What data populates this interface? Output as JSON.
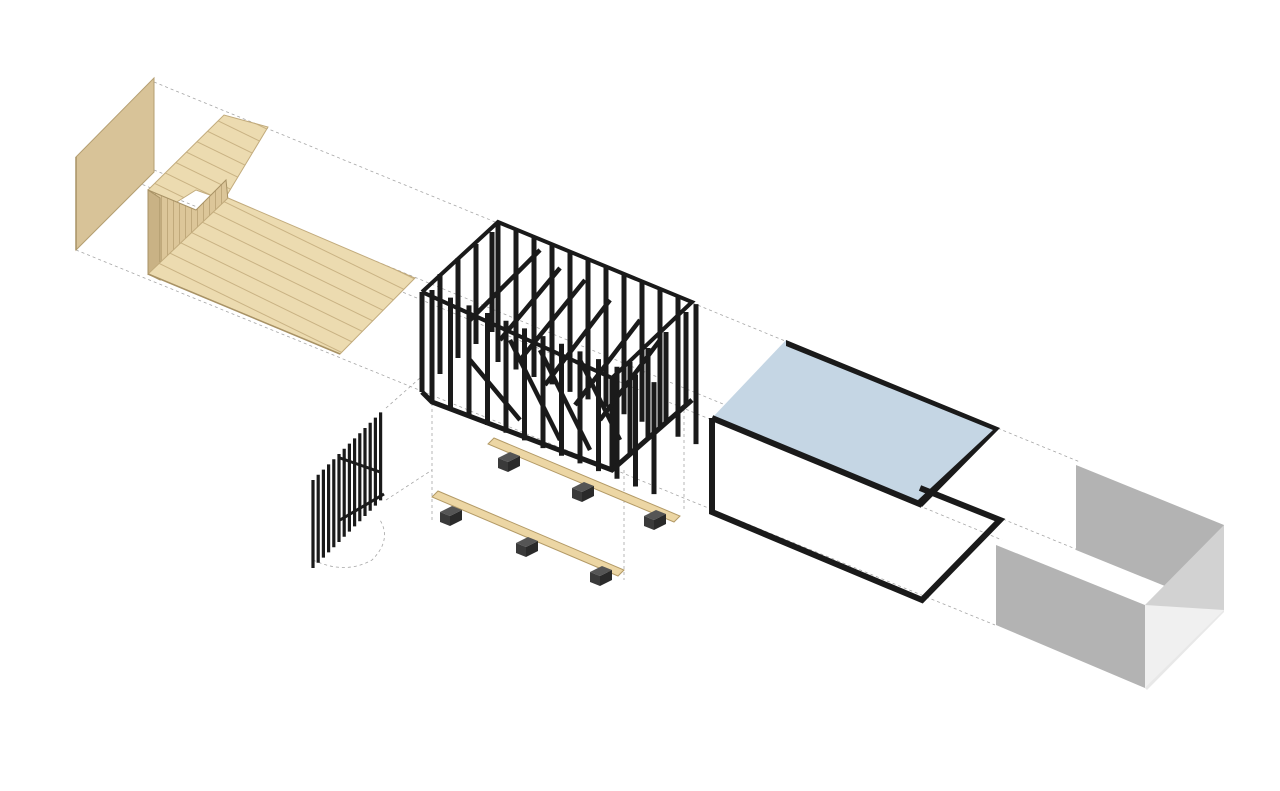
{
  "diagram": {
    "kind": "exploded-axonometric",
    "components": [
      {
        "id": "timber-end-panel",
        "material": "timber"
      },
      {
        "id": "timber-deck-and-seat",
        "material": "timber"
      },
      {
        "id": "black-timber-frame",
        "material": "black-stained-timber"
      },
      {
        "id": "pivot-door",
        "material": "black-stained-timber"
      },
      {
        "id": "foundation-beams",
        "material": "timber-on-concrete-pads"
      },
      {
        "id": "roof-glazing-frame",
        "material": "steel-and-glass"
      },
      {
        "id": "grey-enclosure-box",
        "material": "render"
      }
    ],
    "colors": {
      "timber": "#e9d6a6",
      "timber_dark": "#c8b287",
      "timber_line": "#b9a476",
      "black": "#1a1a1a",
      "glass": "#c5d6e4",
      "grey_dark": "#b3b3b3",
      "grey_mid": "#cfcfcf",
      "grey_light": "#eeeeee",
      "pad": "#3a3a3a",
      "guide": "#9a9a9a"
    }
  }
}
